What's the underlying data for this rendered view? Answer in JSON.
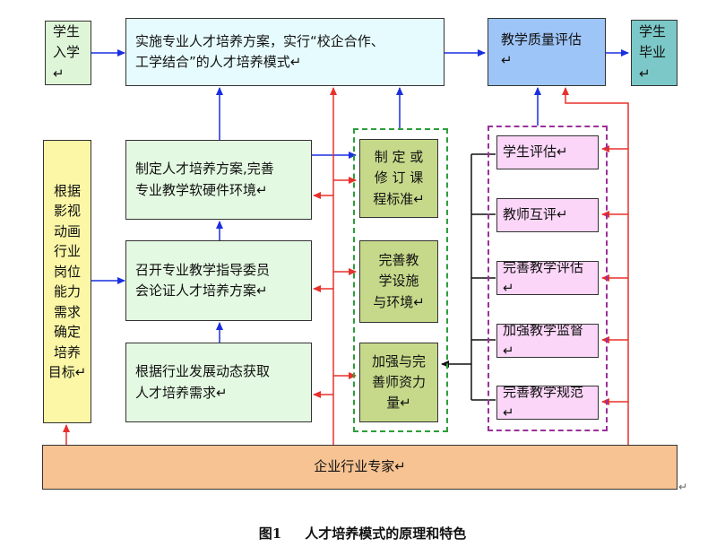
{
  "boxes": {
    "enrollment": "学生\n入学↵",
    "implement_plan": "实施专业人才培养方案，实行“校企合作、\n工学结合”的人才培养模式↵",
    "quality_eval": "教学质量评估↵",
    "graduation": "学生\n毕业↵",
    "industry_needs": "根据\n影视\n动画\n行业\n岗位\n能力\n需求\n确定\n培养\n目标↵",
    "formulate_plan": "制定人才培养方案,完善\n专业教学软硬件环境↵",
    "committee_review": "召开专业教学指导委员\n会论证人才培养方案↵",
    "obtain_needs": "根据行业发展动态获取\n人才培养需求↵",
    "curriculum_standards": "制 定 或\n修 订 课\n程标准↵",
    "teaching_facilities": "完善教\n学设施\n与环境↵",
    "teaching_staff": "加强与完\n善师资力\n量↵",
    "student_eval": "学生评估↵",
    "peer_eval": "教师互评↵",
    "improve_eval": "完善教学评估↵",
    "supervision": "加强教学监督↵",
    "standardization": "完善教学规范↵",
    "enterprise_experts": "企业行业专家↵"
  },
  "caption": "图1     人才培养模式的原理和特色",
  "eol_mark": "↵",
  "colors": {
    "blue_arrow": "#1a2ee0",
    "red_arrow": "#e8302c",
    "black_arrow": "#111111",
    "green_dash": "#2e9e3a",
    "purple_dash": "#9b2f9b"
  }
}
